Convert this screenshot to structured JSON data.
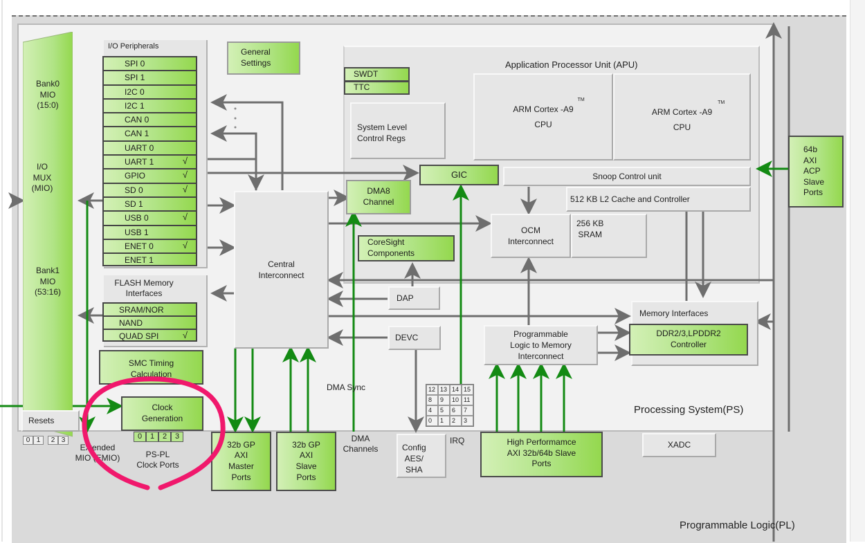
{
  "page": {
    "title_partial": "Zynq Block Design"
  },
  "regions": {
    "processing_system": "Processing System(PS)",
    "programmable_logic": "Programmable Logic(PL)",
    "apu": "Application Processor Unit (APU)"
  },
  "mio": {
    "bank0": [
      "Bank0",
      "MIO",
      "(15:0)"
    ],
    "iomux": [
      "I/O",
      "MUX",
      "(MIO)"
    ],
    "bank1": [
      "Bank1",
      "MIO",
      "(53:16)"
    ]
  },
  "io_peripherals": {
    "title": "I/O Peripherals",
    "items": [
      {
        "name": "SPI 0",
        "enabled": ""
      },
      {
        "name": "SPI 1",
        "enabled": ""
      },
      {
        "name": "I2C 0",
        "enabled": ""
      },
      {
        "name": "I2C 1",
        "enabled": ""
      },
      {
        "name": "CAN 0",
        "enabled": ""
      },
      {
        "name": "CAN 1",
        "enabled": ""
      },
      {
        "name": "UART 0",
        "enabled": ""
      },
      {
        "name": "UART 1",
        "enabled": "√"
      },
      {
        "name": "GPIO",
        "enabled": "√"
      },
      {
        "name": "SD 0",
        "enabled": "√"
      },
      {
        "name": "SD 1",
        "enabled": ""
      },
      {
        "name": "USB 0",
        "enabled": "√"
      },
      {
        "name": "USB 1",
        "enabled": ""
      },
      {
        "name": "ENET 0",
        "enabled": "√"
      },
      {
        "name": "ENET 1",
        "enabled": ""
      }
    ]
  },
  "flash_memory": {
    "title": [
      "FLASH Memory",
      "Interfaces"
    ],
    "items": [
      {
        "name": "SRAM/NOR",
        "enabled": ""
      },
      {
        "name": "NAND",
        "enabled": ""
      },
      {
        "name": "QUAD SPI",
        "enabled": "√"
      }
    ]
  },
  "blocks": {
    "general_settings": [
      "General",
      "Settings"
    ],
    "swdt": "SWDT",
    "ttc": "TTC",
    "system_level_control": [
      "System Level",
      "Control Regs"
    ],
    "cpu0": [
      "ARM Cortex -A9",
      "CPU"
    ],
    "cpu1": [
      "ARM Cortex -A9",
      "CPU"
    ],
    "tm": "TM",
    "gic": "GIC",
    "snoop_control": "Snoop Control unit",
    "l2_cache": "512 KB L2 Cache and Controller",
    "dma8": [
      "DMA8",
      "Channel"
    ],
    "ocm_interconnect": [
      "OCM",
      "Interconnect"
    ],
    "sram": [
      "256 KB",
      "SRAM"
    ],
    "coresight": [
      "CoreSight",
      "Components"
    ],
    "central_interconnect": [
      "Central",
      "Interconnect"
    ],
    "dap": "DAP",
    "devc": "DEVC",
    "memory_interfaces": "Memory Interfaces",
    "ddr_controller": [
      "DDR2/3,LPDDR2",
      "Controller"
    ],
    "pl_mem_interconnect": [
      "Programmable",
      "Logic to Memory",
      "Interconnect"
    ],
    "smc_timing": [
      "SMC Timing",
      "Calculation"
    ],
    "clock_generation": [
      "Clock",
      "Generation"
    ],
    "resets": "Resets",
    "acp": [
      "64b",
      "AXI",
      "ACP",
      "Slave",
      "Ports"
    ],
    "xadc": "XADC",
    "gp_master": [
      "32b GP",
      "AXI",
      "Master",
      "Ports"
    ],
    "gp_slave": [
      "32b GP",
      "AXI",
      "Slave",
      "Ports"
    ],
    "hp_slave": [
      "High Performamce",
      "AXI 32b/64b Slave",
      "Ports"
    ],
    "config_aes": [
      "Config",
      "AES/",
      "SHA"
    ]
  },
  "labels": {
    "dma_sync": "DMA Sync",
    "dma_channels": [
      "DMA",
      "Channels"
    ],
    "irq": "IRQ",
    "emio": [
      "Extended",
      "MIO (EMIO)"
    ],
    "pspl_clock": [
      "PS-PL",
      "Clock Ports"
    ]
  },
  "clock_ports": [
    "0",
    "1",
    "2",
    "3"
  ],
  "reset_ports": [
    "0",
    "1",
    "2",
    "3"
  ],
  "irq_grid": [
    [
      "12",
      "13",
      "14",
      "15"
    ],
    [
      "8",
      "9",
      "10",
      "11"
    ],
    [
      "4",
      "5",
      "6",
      "7"
    ],
    [
      "0",
      "1",
      "2",
      "3"
    ]
  ],
  "colors": {
    "green_block": "#b1e486",
    "green_wire": "#138a13",
    "grey_wire": "#6e6e6e",
    "annotation": "#f0186c",
    "ps_bg": "#f2f2f2",
    "pl_bg": "#dadada"
  }
}
